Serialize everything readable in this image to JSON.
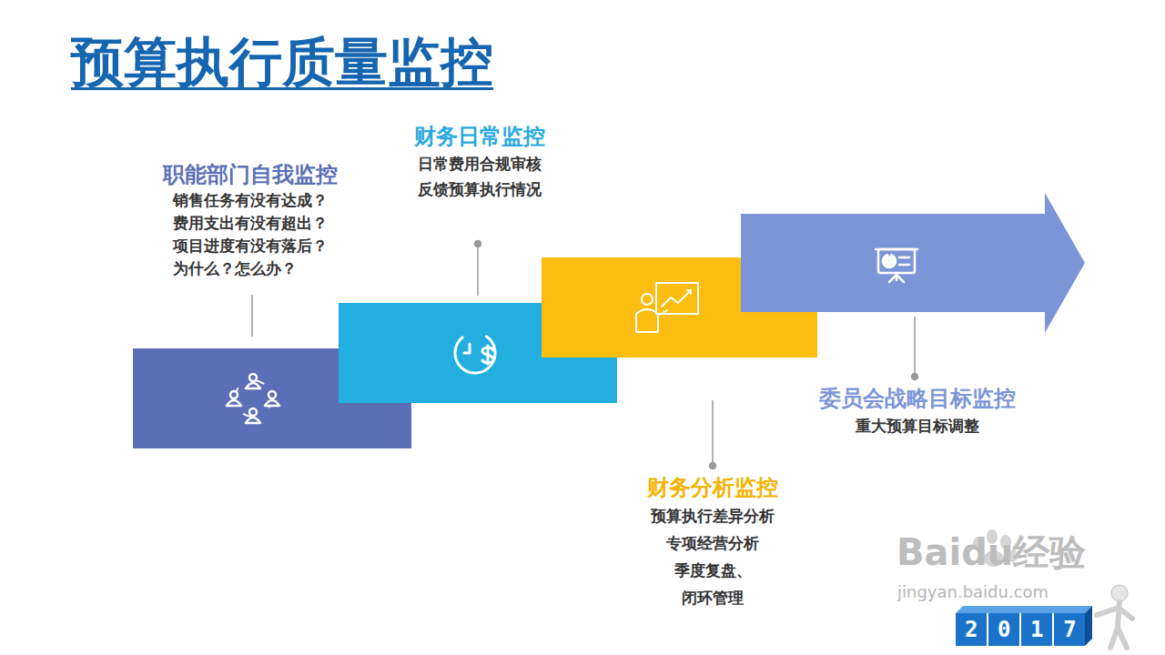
{
  "diagram": {
    "title": "预算执行质量监控",
    "nodes": [
      {
        "text": [
          "职能部门自我监控",
          "销售任务有没有达成？ 费用支出有没有超出？ 项目进度有没有落后？ 为什么？怎么办？"
        ]
      },
      {
        "text": [
          "财务日常监控",
          "日常费用合规审核 反馈预算执行情况"
        ]
      },
      {
        "text": [
          "财务分析监控",
          "预算执行差异分析 专项经营分析 季度复盘、闭环管理"
        ]
      },
      {
        "text": [
          "委员会战略目标监控",
          "重大预算目标调整"
        ]
      }
    ],
    "labels": [
      "Baidu经验",
      "jingyan.baidu.com",
      "2017"
    ]
  }
}
